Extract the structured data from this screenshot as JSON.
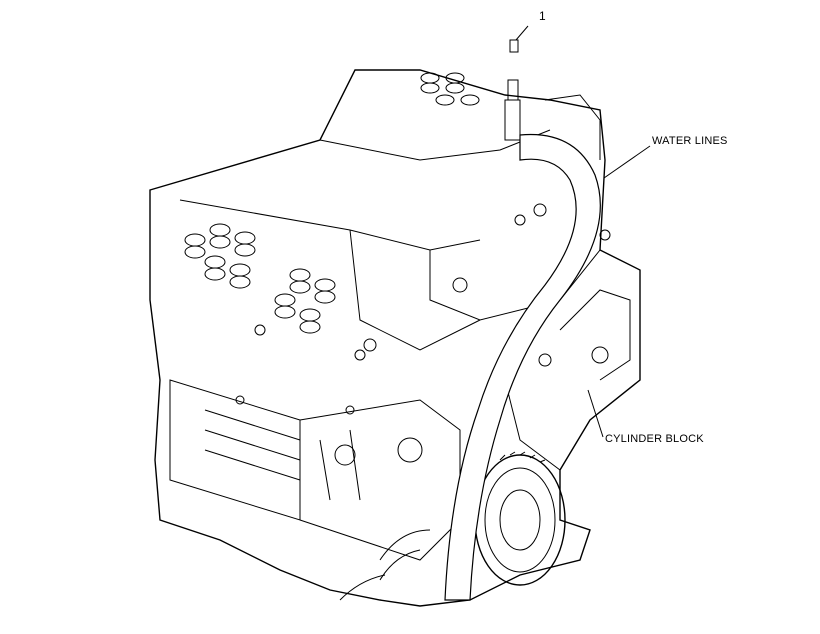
{
  "callouts": {
    "part_number": "1",
    "water_lines": "WATER LINES",
    "cylinder_block": "CYLINDER BLOCK"
  },
  "colors": {
    "line": "#000000",
    "background": "#ffffff"
  }
}
